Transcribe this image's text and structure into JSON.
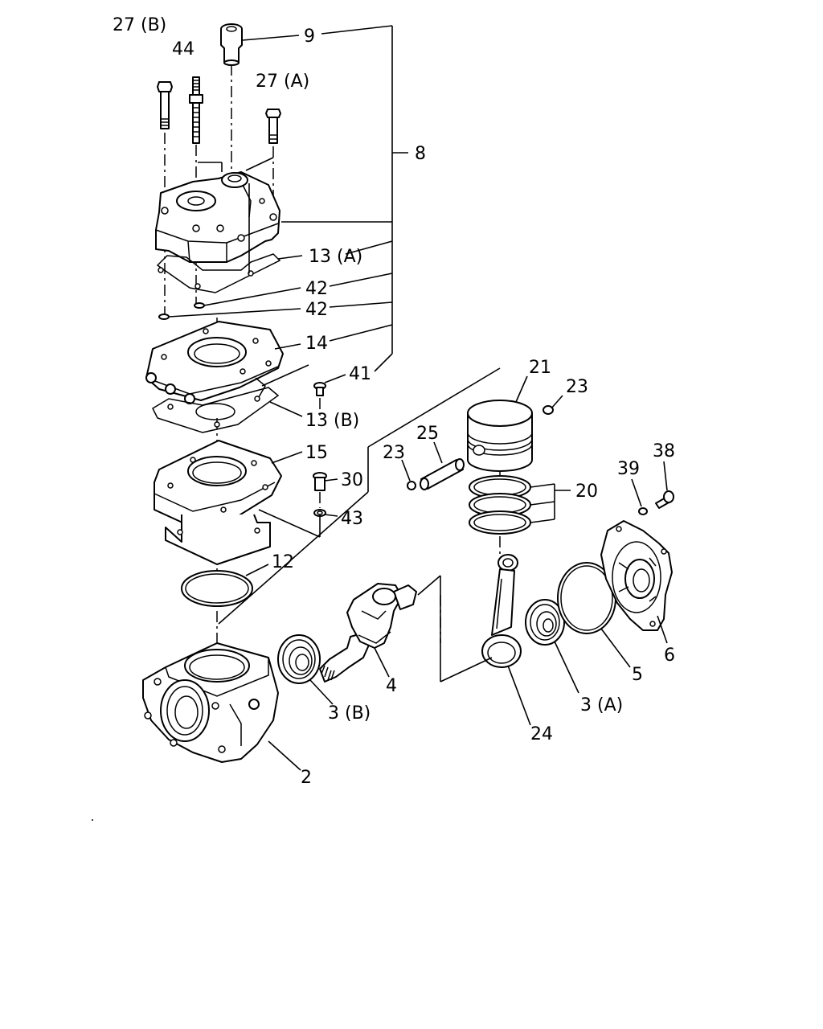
{
  "labels": {
    "p27b": "27 (B)",
    "p44": "44",
    "p9": "9",
    "p27a": "27 (A)",
    "p8": "8",
    "p13a": "13 (A)",
    "p42a": "42",
    "p42b": "42",
    "p14": "14",
    "p41": "41",
    "p21": "21",
    "p23a": "23",
    "p13b": "13 (B)",
    "p25": "25",
    "p23b": "23",
    "p15": "15",
    "p30": "30",
    "p20": "20",
    "p38": "38",
    "p39": "39",
    "p43": "43",
    "p12": "12",
    "p6": "6",
    "p5": "5",
    "p4": "4",
    "p3b": "3 (B)",
    "p3a": "3 (A)",
    "p24": "24",
    "p2": "2"
  }
}
